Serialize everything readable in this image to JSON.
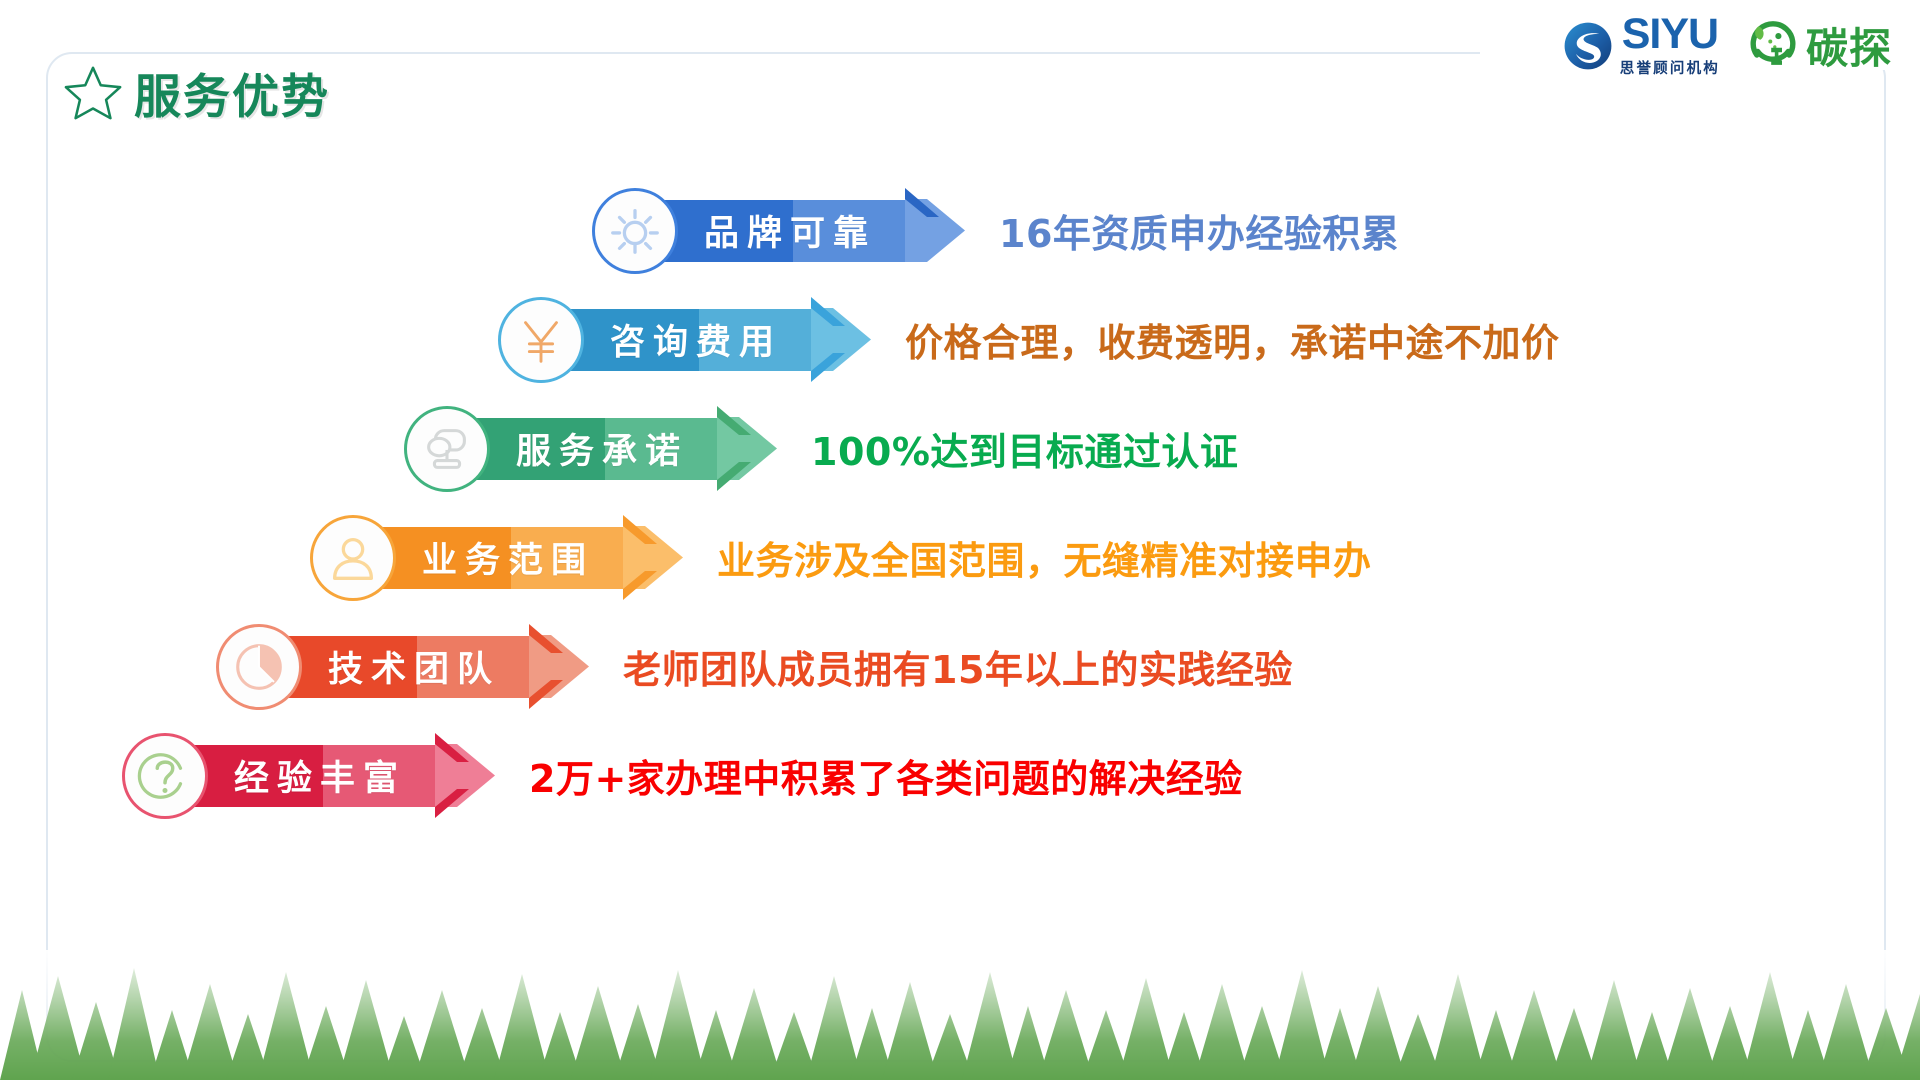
{
  "slide": {
    "title": "服务优势",
    "title_icon": "star-outline-icon",
    "title_color": "#16875a",
    "background": "#ffffff",
    "frame_border_color": "#dfe8f1"
  },
  "logos": {
    "primary": {
      "mark": "swirl-globe-icon",
      "word": "SIYU",
      "subtitle": "思誉顾问机构",
      "color": "#1b63ad",
      "subtitle_color": "#173e78"
    },
    "secondary": {
      "mark": "leaf-circle-icon",
      "word": "碳探",
      "color": "#2e9b3f"
    }
  },
  "rows": [
    {
      "icon": "sun-icon",
      "label": "品牌可靠",
      "description": "16年资质申办经验积累",
      "ribbon_color": "#2f6fce",
      "ribbon_light": "#74a1e3",
      "arrow_color": "#2a66c4",
      "badge_border": "#3f80dd",
      "icon_color": "#b7cff0",
      "desc_color": "#5b84cc",
      "indent": 592
    },
    {
      "icon": "yen-icon",
      "label": "咨询费用",
      "description": "价格合理，收费透明，承诺中途不加价",
      "ribbon_color": "#2f93c9",
      "ribbon_light": "#6cc0e3",
      "arrow_color": "#3aa3db",
      "badge_border": "#4fb3e0",
      "icon_color": "#f0a868",
      "desc_color": "#c96a1a",
      "indent": 498
    },
    {
      "icon": "speech-bubbles-icon",
      "label": "服务承诺",
      "description": "100%达到目标通过认证",
      "ribbon_color": "#33a275",
      "ribbon_light": "#73c8a2",
      "arrow_color": "#45ab72",
      "badge_border": "#41b37f",
      "icon_color": "#d5d8d8",
      "desc_color": "#08ab4f",
      "indent": 404
    },
    {
      "icon": "person-icon",
      "label": "业务范围",
      "description": "业务涉及全国范围，无缝精准对接申办",
      "ribbon_color": "#f59022",
      "ribbon_light": "#fbbe6a",
      "arrow_color": "#f79a2c",
      "badge_border": "#f7a53a",
      "icon_color": "#fbd89a",
      "desc_color": "#fb9b10",
      "indent": 310
    },
    {
      "icon": "pie-chart-icon",
      "label": "技术团队",
      "description": "老师团队成员拥有15年以上的实践经验",
      "ribbon_color": "#e8492a",
      "ribbon_light": "#f09b84",
      "arrow_color": "#e8502f",
      "badge_border": "#f08c72",
      "icon_color": "#f5c2b2",
      "desc_color": "#ea4b22",
      "indent": 216
    },
    {
      "icon": "question-mark-icon",
      "label": "经验丰富",
      "description": "2万+家办理中积累了各类问题的解决经验",
      "ribbon_color": "#d81e41",
      "ribbon_light": "#ef7e96",
      "arrow_color": "#d91f42",
      "badge_border": "#e8536f",
      "icon_color": "#a9d08e",
      "desc_color": "#f90000",
      "indent": 122
    }
  ],
  "decoration": {
    "bottom": "pine-forest-silhouette",
    "forest_color": "#4f9a3c"
  }
}
